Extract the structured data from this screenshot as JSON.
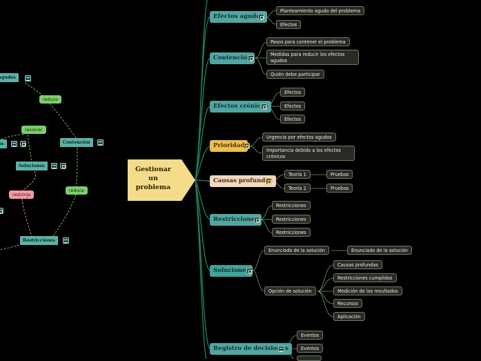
{
  "central": {
    "line1": "Gestionar",
    "line2": "un",
    "line3": "problema"
  },
  "branches": [
    {
      "label": "Efectos agudos",
      "children": [
        "Planteamiento agudo del problema",
        "Efectos"
      ]
    },
    {
      "label": "Contención",
      "children": [
        "Pasos para contener el problema",
        "Medidas para reducir los efectos agudos",
        "Quién debe participar"
      ]
    },
    {
      "label": "Efectos crónicos",
      "children": [
        "Efectos",
        "Efectos",
        "Efectos"
      ]
    },
    {
      "label": "Prioridad",
      "children": [
        "Urgencia por efectos agudos",
        "Importancia debido a los efectos crónicos"
      ]
    },
    {
      "label": "Causas profundas",
      "children": [
        "Teoría 1",
        "Teoría 2"
      ],
      "grandchildren": [
        "Pruebas",
        "Pruebas"
      ]
    },
    {
      "label": "Restricciones",
      "children": [
        "Restricciones",
        "Restricciones",
        "Restricciones"
      ]
    },
    {
      "label": "Soluciones",
      "children": [
        "Enunciado de la solución",
        "Opción de solución"
      ],
      "statement_child": "Enunciado de la solución",
      "option_children": [
        "Causas profundas",
        "Restricciones cumplidas",
        "Medición de los resultados",
        "Recursos",
        "Aplicación"
      ]
    },
    {
      "label": "Registro de decisiones",
      "children": [
        "Eventos",
        "Eventos"
      ]
    }
  ],
  "minimap": {
    "nodes": {
      "agudos": "agudos",
      "contencion": "Contención",
      "as": "as",
      "soluciones": "Soluciones",
      "restricciones": "Restricciones"
    },
    "relations": {
      "reduce1": "reduce",
      "resolver": "resolver",
      "reduce2": "reduce",
      "restrinja": "restrinja"
    }
  },
  "colors": {
    "background": "#000000",
    "topic_teal": "#51a6a1",
    "priority": "#ecbf52",
    "causes": "#f0d7bd",
    "central": "#f5dc8a",
    "relation_green": "#7ccd6c",
    "relation_pink": "#f49aa6"
  }
}
